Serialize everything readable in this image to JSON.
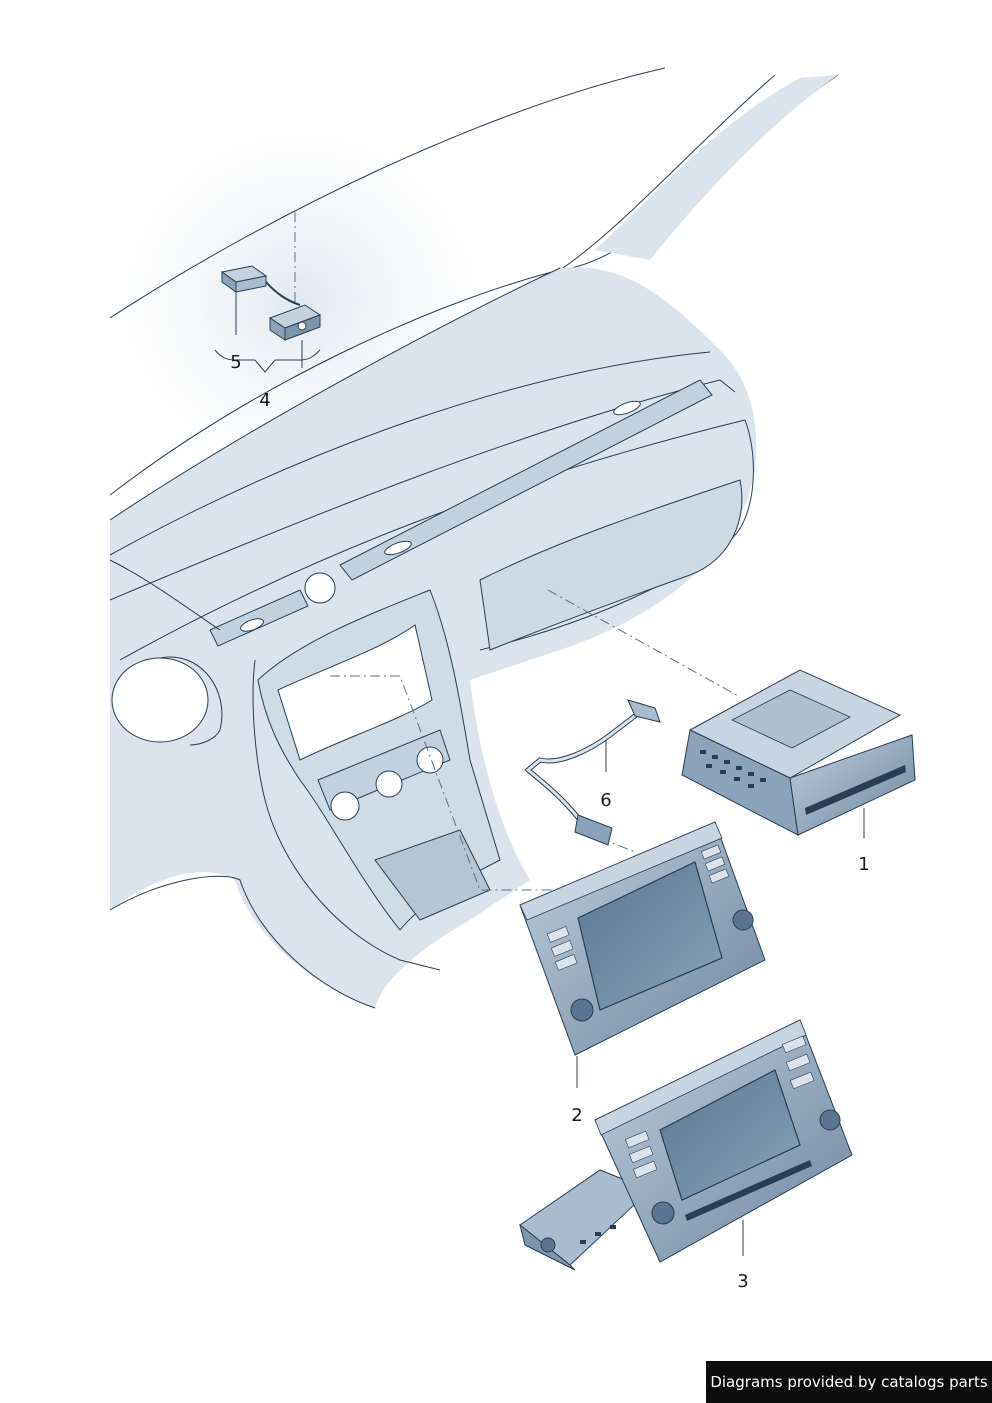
{
  "callouts": {
    "p1": "1",
    "p2": "2",
    "p3": "3",
    "p4": "4",
    "p5": "5",
    "p6": "6"
  },
  "credit": "Diagrams provided by catalogs parts",
  "colors": {
    "line": "#2a3d52",
    "shade_dark": "#7f95ab",
    "shade_mid": "#a9bccd",
    "shade_light": "#dbe4ec",
    "credit_bg": "#0c0c0c"
  }
}
